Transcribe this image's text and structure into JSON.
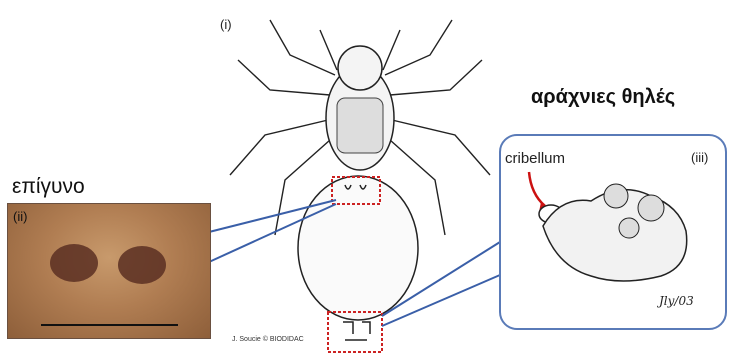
{
  "labels": {
    "panel_i": "(i)",
    "panel_ii": "(ii)",
    "panel_iii": "(iii)",
    "epigyne": "επίγυνο",
    "female_spiders": "αράχνιες θηλές",
    "cribellum": "cribellum",
    "credit": "J. Soucie © BIODIDAC",
    "signature": "Jly/03"
  },
  "colors": {
    "callout_line": "#3a5fa8",
    "highlight_box": "#cc2222",
    "arrow": "#cc1111",
    "panel_border": "#5a7bb8"
  }
}
